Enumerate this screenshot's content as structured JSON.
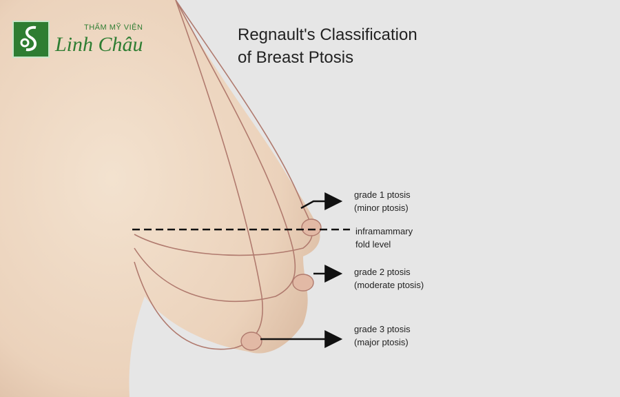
{
  "logo": {
    "top_text": "THẨM MỸ VIỆN",
    "script_text": "Linh Châu"
  },
  "title": {
    "line1": "Regnault's Classification",
    "line2": "of Breast Ptosis"
  },
  "labels": {
    "grade1": {
      "line1": "grade 1 ptosis",
      "line2": "(minor ptosis)"
    },
    "fold": {
      "line1": "inframammary",
      "line2": "fold level"
    },
    "grade2": {
      "line1": "grade 2 ptosis",
      "line2": "(moderate ptosis)"
    },
    "grade3": {
      "line1": "grade 3 ptosis",
      "line2": "(major ptosis)"
    }
  },
  "colors": {
    "background": "#e6e6e6",
    "skin": "#efd9c3",
    "outline": "#b07a6e",
    "logo_green": "#2e7d32",
    "text": "#222222"
  }
}
